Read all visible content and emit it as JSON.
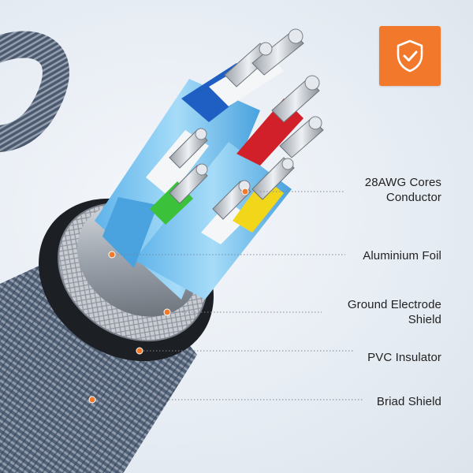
{
  "badge": {
    "icon": "shield-check-icon",
    "color": "#f2782b"
  },
  "callouts": [
    {
      "lines": [
        "28AWG Cores",
        "Conductor"
      ]
    },
    {
      "lines": [
        "Aluminium Foil"
      ]
    },
    {
      "lines": [
        "Ground Electrode",
        "Shield"
      ]
    },
    {
      "lines": [
        "PVC Insulator"
      ]
    },
    {
      "lines": [
        "Briad Shield"
      ]
    }
  ],
  "colors": {
    "accent": "#f2782b",
    "wire_blue": "#1f5fc4",
    "wire_red": "#d1202a",
    "wire_green": "#3cc23a",
    "wire_yellow": "#f2d61a",
    "foil": "#7cc3ef",
    "braid": "#6d7f99"
  }
}
